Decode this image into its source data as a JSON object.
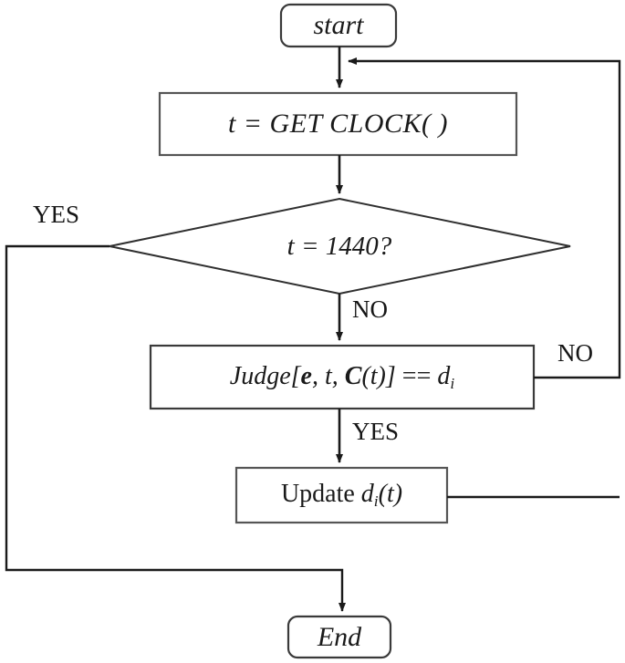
{
  "diagram": {
    "title": "flowchart",
    "type": "flowchart",
    "stroke_color": "#333333",
    "background_color": "#ffffff",
    "text_color": "#161616"
  },
  "nodes": {
    "start": {
      "label": "start",
      "shape": "rounded-rectangle"
    },
    "get_clock": {
      "label": "t = GET CLOCK( )",
      "shape": "rectangle"
    },
    "decision_time": {
      "label": "t = 1440?",
      "shape": "diamond"
    },
    "judge": {
      "label": "Judge[e, t, C(t)] == d_i",
      "shape": "rectangle",
      "parts": {
        "fn": "Judge",
        "open_bracket": "[",
        "arg_e": "e",
        "comma1": ", ",
        "arg_t": "t",
        "comma2": ", ",
        "arg_c": "C",
        "arg_c_paren": "(t)",
        "close_bracket": "]",
        "operator": " == ",
        "rhs_base": "d",
        "rhs_sub": "i"
      }
    },
    "update": {
      "label": "Update d_i(t)",
      "shape": "rectangle",
      "parts": {
        "verb": "Update",
        "var_base": "d",
        "var_sub": "i",
        "var_arg": "(t)"
      }
    },
    "end": {
      "label": "End",
      "shape": "rounded-rectangle"
    }
  },
  "edge_labels": {
    "decision_yes": "YES",
    "decision_no": "NO",
    "judge_no": "NO",
    "judge_yes": "YES"
  }
}
